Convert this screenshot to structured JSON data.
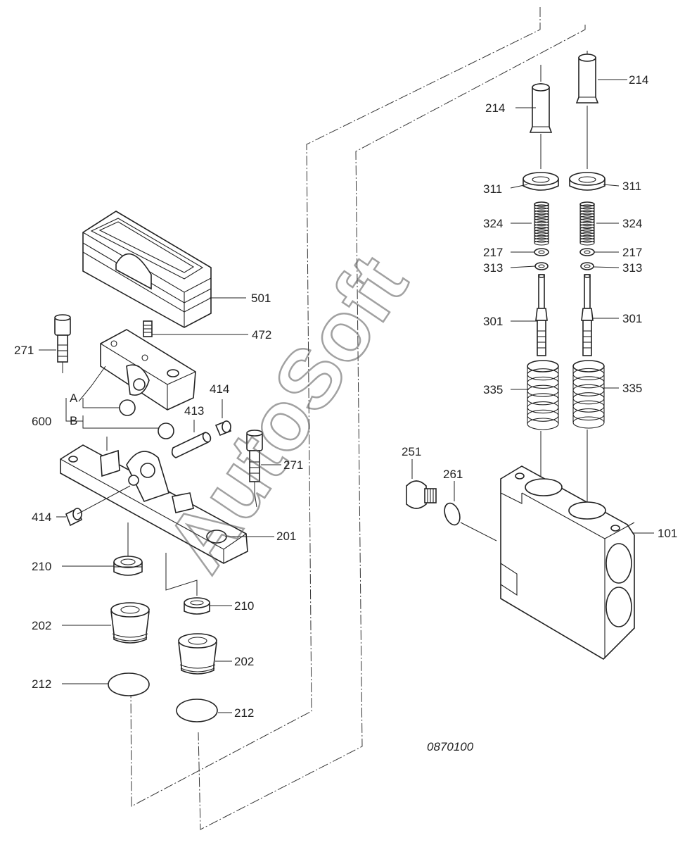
{
  "diagram": {
    "drawing_code": "0870100",
    "watermark": "AutoSoft",
    "labels": {
      "p214_left": "214",
      "p214_right": "214",
      "p311_left": "311",
      "p311_right": "311",
      "p324_left": "324",
      "p324_right": "324",
      "p217_left": "217",
      "p217_right": "217",
      "p313_left": "313",
      "p313_right": "313",
      "p301_left": "301",
      "p301_right": "301",
      "p335_left": "335",
      "p335_right": "335",
      "p101": "101",
      "p251": "251",
      "p261": "261",
      "p501": "501",
      "p472": "472",
      "p271_top": "271",
      "p271_mid": "271",
      "p600": "600",
      "p600_a": "A",
      "p600_b": "B",
      "p413": "413",
      "p414_right": "414",
      "p414_left": "414",
      "p201": "201",
      "p210_left": "210",
      "p210_right": "210",
      "p202_left": "202",
      "p202_right": "202",
      "p212_left": "212",
      "p212_right": "212"
    }
  }
}
